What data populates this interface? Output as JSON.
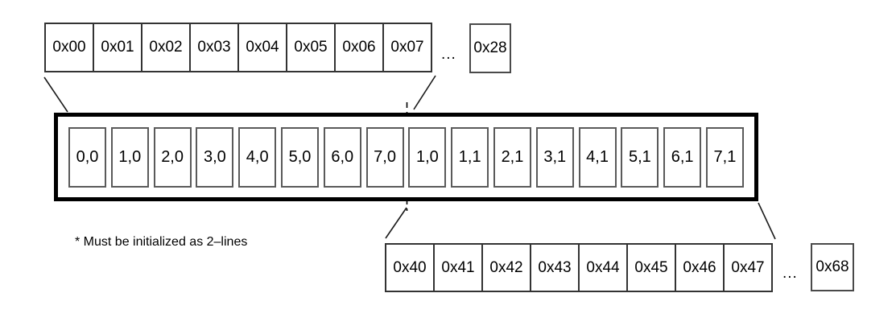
{
  "diagram": {
    "title_semantics": "two-line buffer address mapping",
    "top_row": {
      "cells": [
        "0x00",
        "0x01",
        "0x02",
        "0x03",
        "0x04",
        "0x05",
        "0x06",
        "0x07"
      ],
      "ellipsis": "...",
      "tail_cell": "0x28"
    },
    "line_container": {
      "cells": [
        "0,0",
        "1,0",
        "2,0",
        "3,0",
        "4,0",
        "5,0",
        "6,0",
        "7,0",
        "1,0",
        "1,1",
        "2,1",
        "3,1",
        "4,1",
        "5,1",
        "6,1",
        "7,1"
      ]
    },
    "bottom_row": {
      "cells": [
        "0x40",
        "0x41",
        "0x42",
        "0x43",
        "0x44",
        "0x45",
        "0x46",
        "0x47"
      ],
      "ellipsis": "...",
      "tail_cell": "0x68"
    },
    "footnote": "* Must be initialized as 2–lines",
    "colors": {
      "background": "#ffffff",
      "thin_border": "#333333",
      "inner_cell_border": "#5a5a5a",
      "container_border": "#000000",
      "text": "#000000"
    }
  }
}
